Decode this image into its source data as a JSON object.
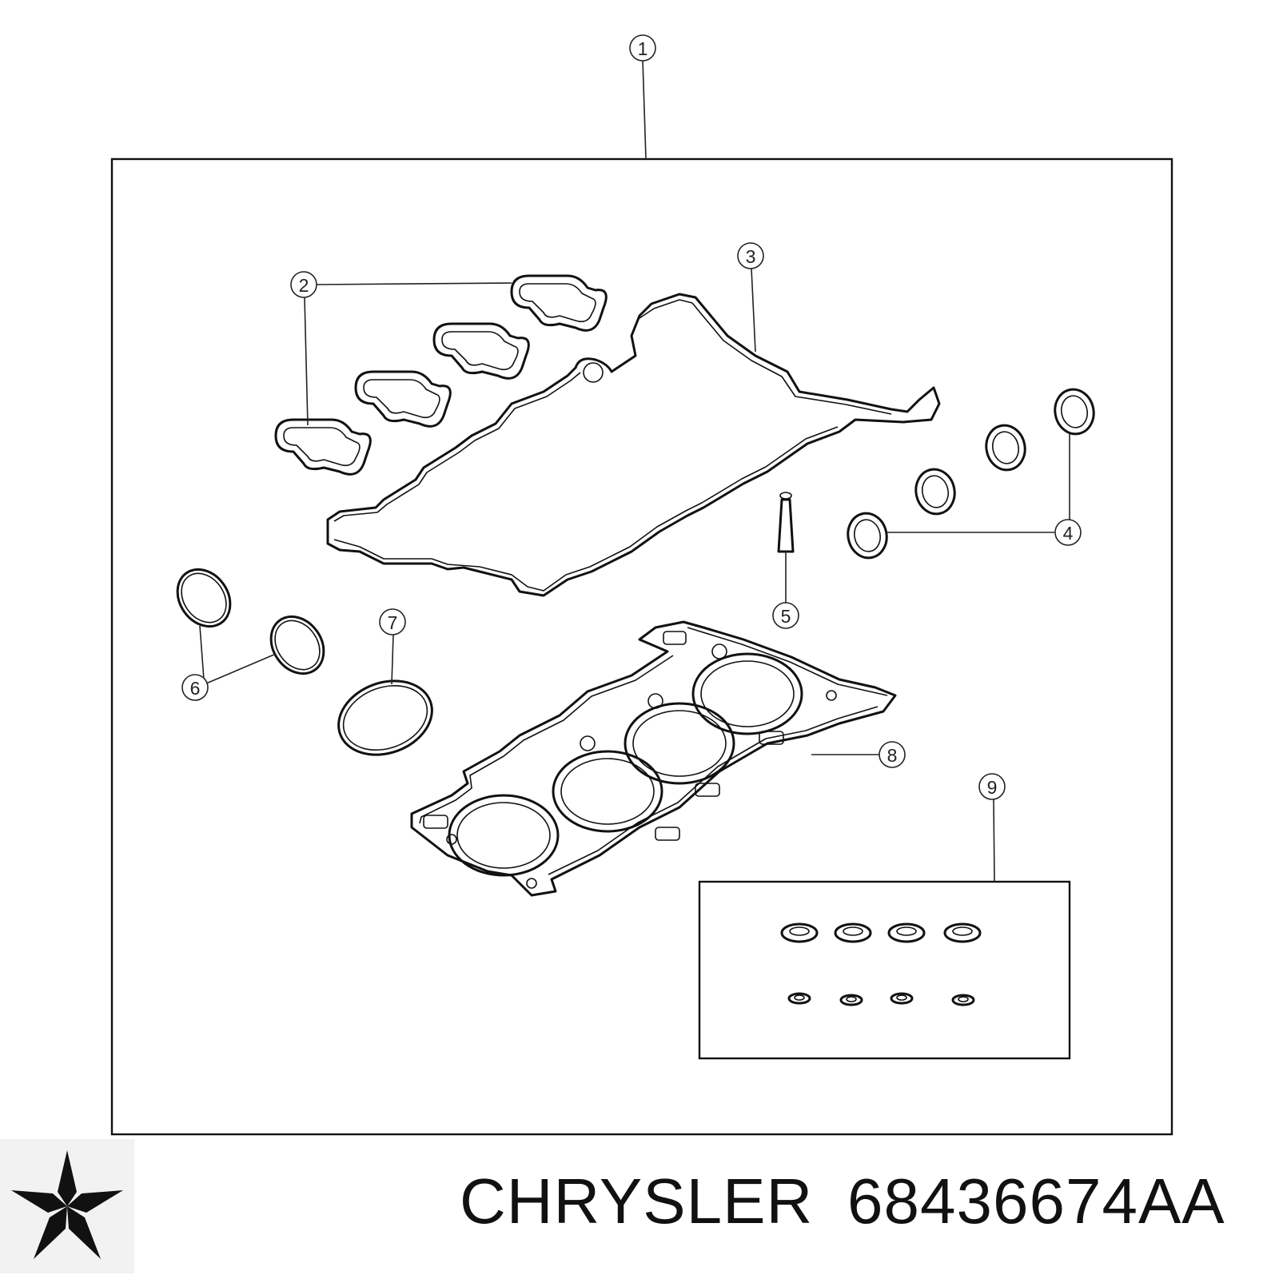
{
  "callouts": [
    "1",
    "2",
    "3",
    "4",
    "5",
    "6",
    "7",
    "8",
    "9"
  ],
  "brand": {
    "name": "CHRYSLER",
    "part_number": "68436674AA",
    "logo_icon": "pentastar-icon",
    "color": "#111111"
  }
}
